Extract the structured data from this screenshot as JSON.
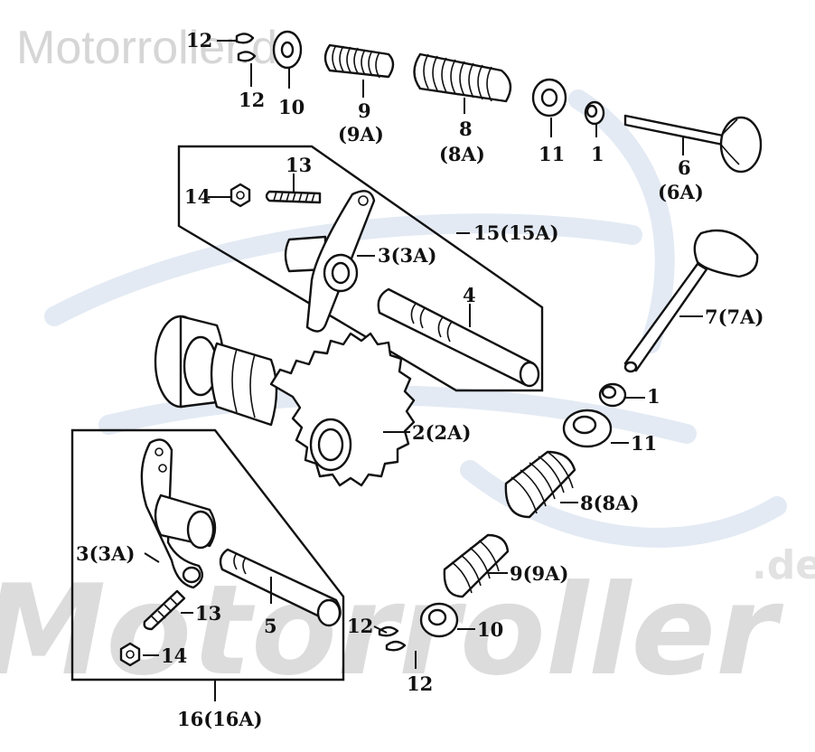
{
  "watermark": {
    "top_text": "Motorroller.de",
    "big_text": "Motorroller",
    "small_text": ".de"
  },
  "callouts": {
    "c12_top_a": "12",
    "c12_top_b": "12",
    "c10_top": "10",
    "c9_top": "9",
    "c9a_top": "(9A)",
    "c8_top": "8",
    "c8a_top": "(8A)",
    "c11_top": "11",
    "c1_top": "1",
    "c6": "6",
    "c6a": "(6A)",
    "c13_upper": "13",
    "c14_upper": "14",
    "c15": "15(15A)",
    "c3_upper": "3(3A)",
    "c4": "4",
    "c7": "7(7A)",
    "c1_right": "1",
    "c2": "2(2A)",
    "c11_right": "11",
    "c8_right": "8(8A)",
    "c3_lower": "3(3A)",
    "c9_right": "9(9A)",
    "c13_lower": "13",
    "c5": "5",
    "c12_bottom_a": "12",
    "c10_bottom": "10",
    "c14_lower": "14",
    "c12_bottom_b": "12",
    "c16": "16(16A)"
  }
}
